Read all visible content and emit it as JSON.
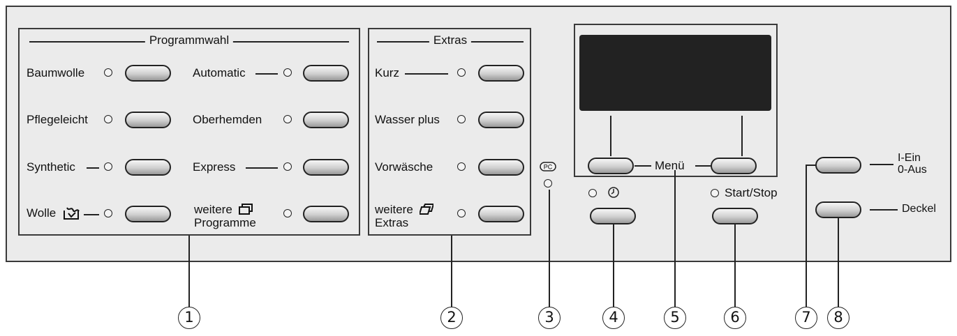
{
  "programmwahl": {
    "title": "Programmwahl",
    "items": [
      {
        "label": "Baumwolle"
      },
      {
        "label": "Pflegeleicht"
      },
      {
        "label": "Synthetic"
      },
      {
        "label": "Wolle"
      },
      {
        "label": "Automatic"
      },
      {
        "label": "Oberhemden"
      },
      {
        "label": "Express"
      },
      {
        "label_line1": "weitere",
        "label_line2": "Programme"
      }
    ]
  },
  "extras": {
    "title": "Extras",
    "items": [
      {
        "label": "Kurz"
      },
      {
        "label": "Wasser plus"
      },
      {
        "label": "Vorwäsche"
      },
      {
        "label_line1": "weitere",
        "label_line2": "Extras"
      }
    ]
  },
  "pc_label": "PC",
  "menu_label": "Menü",
  "start_stop_label": "Start/Stop",
  "power": {
    "line1": "I-Ein",
    "line2": "0-Aus"
  },
  "deckel_label": "Deckel",
  "callouts": [
    "1",
    "2",
    "3",
    "4",
    "5",
    "6",
    "7",
    "8"
  ],
  "icons": [
    "wool-icon",
    "more-programs-icon",
    "more-extras-icon",
    "pc-icon",
    "timer-icon"
  ],
  "colors": {
    "panel": "#ebebeb",
    "display": "#222222",
    "line": "#222222"
  }
}
